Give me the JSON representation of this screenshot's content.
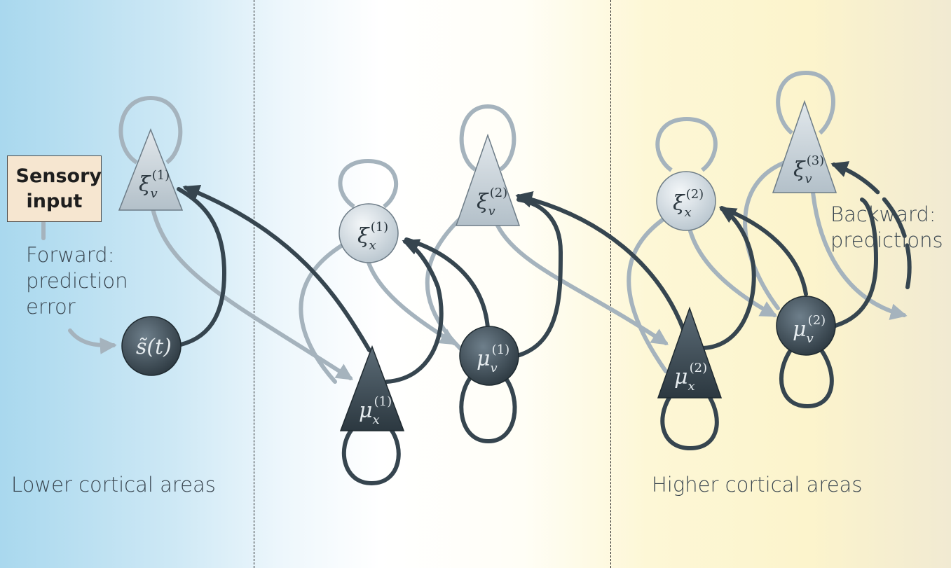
{
  "labels": {
    "sensory_input": "Sensory input",
    "forward": "Forward: prediction error",
    "backward": "Backward: predictions",
    "lower": "Lower cortical areas",
    "higher": "Higher cortical areas"
  },
  "nodes": {
    "s": {
      "base": "s̃(t)",
      "sup": ""
    },
    "xi_v1": {
      "base": "ξ",
      "sub": "v",
      "sup": "(1)"
    },
    "xi_x1": {
      "base": "ξ",
      "sub": "x",
      "sup": "(1)"
    },
    "mu_x1": {
      "base": "μ",
      "sub": "x",
      "sup": "(1)"
    },
    "mu_v1": {
      "base": "μ",
      "sub": "v",
      "sup": "(1)"
    },
    "xi_v2": {
      "base": "ξ",
      "sub": "v",
      "sup": "(2)"
    },
    "xi_x2": {
      "base": "ξ",
      "sub": "x",
      "sup": "(2)"
    },
    "mu_x2": {
      "base": "μ",
      "sub": "x",
      "sup": "(2)"
    },
    "mu_v2": {
      "base": "μ",
      "sub": "v",
      "sup": "(2)"
    },
    "xi_v3": {
      "base": "ξ",
      "sub": "v",
      "sup": "(3)"
    }
  },
  "colors": {
    "error_stroke": "#a5b3bd",
    "prediction_stroke": "#36454f",
    "error_node_fill": "#cdd6dc",
    "prediction_node_fill": "#3d4b55",
    "sensory_box_fill": "#f6e6d0"
  }
}
